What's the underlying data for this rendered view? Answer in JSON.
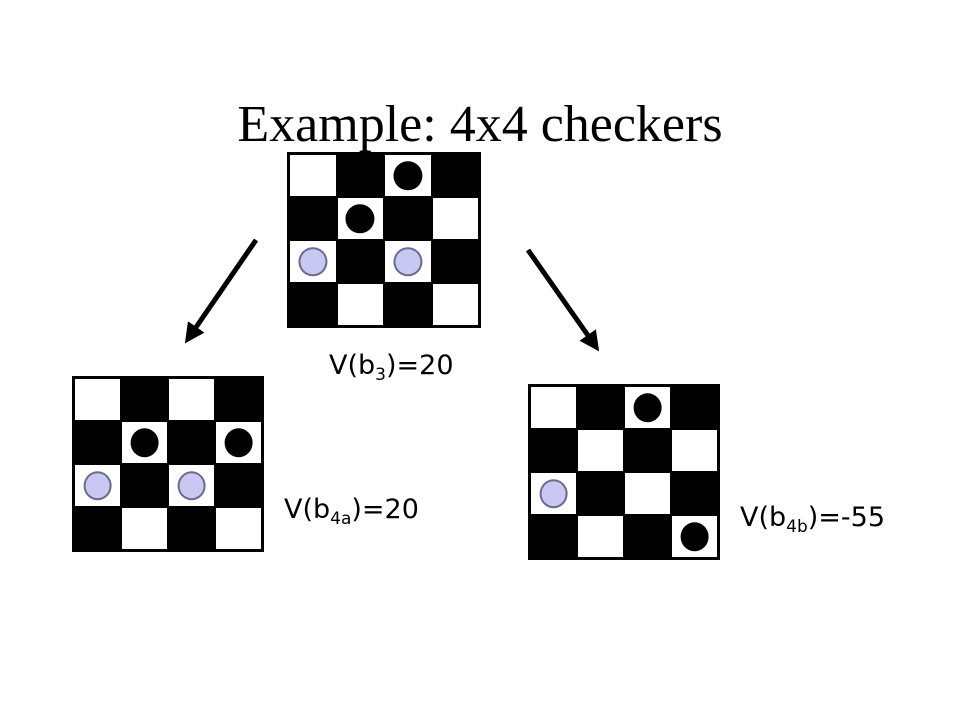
{
  "slide": {
    "title": "Example: 4x4 checkers"
  },
  "colors": {
    "dark_square": "#000000",
    "light_square": "#ffffff",
    "black_piece": "#000000",
    "light_piece": "#c8c8f2"
  },
  "boards": [
    {
      "id": "b3",
      "value_label": {
        "prefix": "V(b",
        "sub": "3",
        "suffix": ")=20"
      },
      "rows": [
        [
          "light",
          "dark",
          "light",
          "dark"
        ],
        [
          "dark",
          "light",
          "dark",
          "light"
        ],
        [
          "light",
          "dark",
          "light",
          "dark"
        ],
        [
          "dark",
          "light",
          "dark",
          "light"
        ]
      ],
      "pieces": [
        {
          "row": 0,
          "col": 2,
          "color": "black"
        },
        {
          "row": 1,
          "col": 1,
          "color": "black"
        },
        {
          "row": 2,
          "col": 0,
          "color": "light"
        },
        {
          "row": 2,
          "col": 2,
          "color": "light"
        }
      ]
    },
    {
      "id": "b4a",
      "value_label": {
        "prefix": "V(b",
        "sub": "4a",
        "suffix": ")=20"
      },
      "rows": [
        [
          "light",
          "dark",
          "light",
          "dark"
        ],
        [
          "dark",
          "light",
          "dark",
          "light"
        ],
        [
          "light",
          "dark",
          "light",
          "dark"
        ],
        [
          "dark",
          "light",
          "dark",
          "light"
        ]
      ],
      "pieces": [
        {
          "row": 1,
          "col": 1,
          "color": "black"
        },
        {
          "row": 1,
          "col": 3,
          "color": "black"
        },
        {
          "row": 2,
          "col": 0,
          "color": "light"
        },
        {
          "row": 2,
          "col": 2,
          "color": "light"
        }
      ]
    },
    {
      "id": "b4b",
      "value_label": {
        "prefix": "V(b",
        "sub": "4b",
        "suffix": ")=-55"
      },
      "rows": [
        [
          "light",
          "dark",
          "light",
          "dark"
        ],
        [
          "dark",
          "light",
          "dark",
          "light"
        ],
        [
          "light",
          "dark",
          "light",
          "dark"
        ],
        [
          "dark",
          "light",
          "dark",
          "light"
        ]
      ],
      "pieces": [
        {
          "row": 0,
          "col": 2,
          "color": "black"
        },
        {
          "row": 2,
          "col": 0,
          "color": "light"
        },
        {
          "row": 3,
          "col": 3,
          "color": "black"
        }
      ]
    }
  ]
}
